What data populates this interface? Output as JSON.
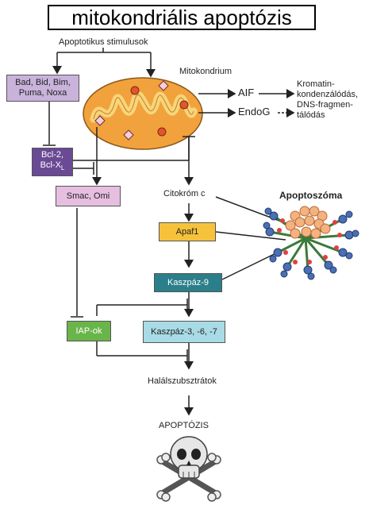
{
  "title": "mitokondriális apoptózis",
  "labels": {
    "stimulus": "Apoptotikus stimulusok",
    "mitochondrion": "Mitokondrium",
    "aif": "AIF",
    "endog": "EndoG",
    "aif_effect": [
      "Kromatin-",
      "kondenzálódás,",
      "DNS-fragmen-",
      "tálódás"
    ],
    "cytochrome": "Citokróm c",
    "apoptosome": "Apoptoszóma",
    "substrates": "Halálszubsztrátok",
    "apoptosis": "APOPTÓZIS"
  },
  "boxes": {
    "bh3": [
      "Bad, Bid, Bim,",
      "Puma, Noxa"
    ],
    "bcl2_line1": "Bcl-2,",
    "bcl2_line2": "Bcl-X",
    "bcl2_sub": "L",
    "smac": "Smac, Omi",
    "apaf1": "Apaf1",
    "casp9": "Kaszpáz-9",
    "casp37": "Kaszpáz-3, -6, -7",
    "iap": "IAP-ok"
  },
  "colors": {
    "mito_fill": "#f2a23c",
    "cristae": "#f6d67a",
    "box_purple": "#c9b3db",
    "box_dark_purple": "#6a4a94",
    "box_pink": "#e6bfe0",
    "box_yellow": "#f7c23b",
    "box_teal": "#2b7f8a",
    "box_light_blue": "#a9dbe6",
    "box_green": "#69b54a"
  },
  "icons": [
    "skull-crossbones-icon",
    "apoptosome-icon",
    "mitochondrion-icon"
  ]
}
